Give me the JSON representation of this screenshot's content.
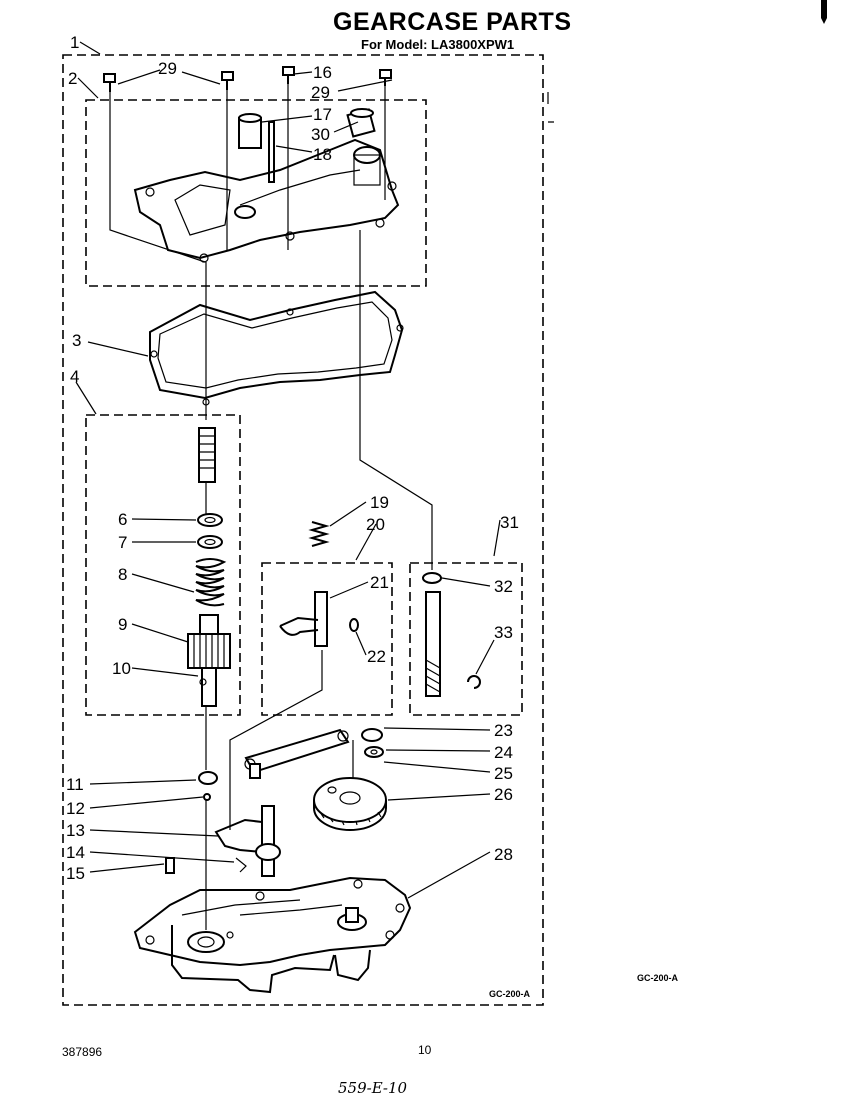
{
  "header": {
    "title": "GEARCASE PARTS",
    "subtitle": "For Model: LA3800XPW1"
  },
  "labels": {
    "p1": "1",
    "p2": "2",
    "p3": "3",
    "p4": "4",
    "p6": "6",
    "p7": "7",
    "p8": "8",
    "p9": "9",
    "p10": "10",
    "p11": "11",
    "p12": "12",
    "p13": "13",
    "p14": "14",
    "p15": "15",
    "p16": "16",
    "p17": "17",
    "p18": "18",
    "p19": "19",
    "p20": "20",
    "p21": "21",
    "p22": "22",
    "p23": "23",
    "p24": "24",
    "p25": "25",
    "p26": "26",
    "p28": "28",
    "p29a": "29",
    "p29b": "29",
    "p30": "30",
    "p31": "31",
    "p32": "32",
    "p33": "33"
  },
  "codes": {
    "inner": "GC-200-A",
    "outer": "GC-200-A"
  },
  "footer": {
    "part_number": "387896",
    "page_number": "10",
    "handwritten": "559-E-10"
  }
}
